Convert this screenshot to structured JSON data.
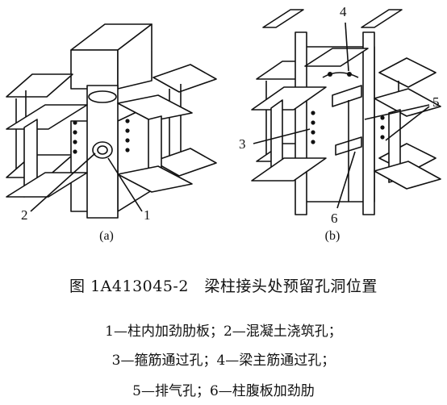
{
  "figure": {
    "sub_a": "(a)",
    "sub_b": "(b)",
    "labels": {
      "n1": "1",
      "n2": "2",
      "n3": "3",
      "n4": "4",
      "n5": "5",
      "n6": "6"
    }
  },
  "caption": "图 1A413045-2　梁柱接头处预留孔洞位置",
  "notes": [
    "1—柱内加劲肋板；2—混凝土浇筑孔；",
    "3—箍筋通过孔；4—梁主筋通过孔；",
    "5—排气孔；6—柱腹板加劲肋"
  ]
}
